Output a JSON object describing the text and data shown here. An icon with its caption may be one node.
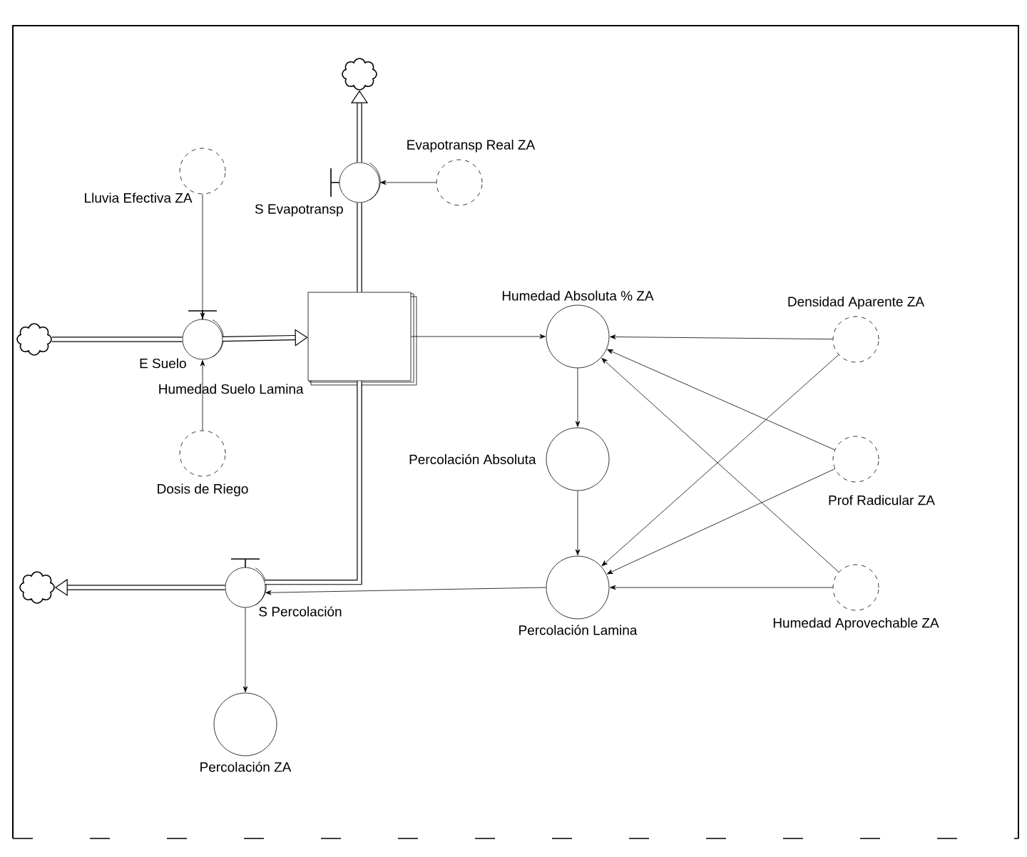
{
  "diagram": {
    "nodes": [
      {
        "text": [],
        "shape": "cloud"
      },
      {
        "text": [
          "S Evapotransp"
        ]
      },
      {
        "text": [
          "Evapotransp Real ZA"
        ]
      },
      {
        "text": [
          "Lluvia Efectiva ZA"
        ]
      },
      {
        "text": [],
        "shape": "cloud"
      },
      {
        "text": [
          "E Suelo"
        ]
      },
      {
        "text": [
          "Humedad Suelo Lamina"
        ]
      },
      {
        "text": [
          "Humedad Absoluta % ZA"
        ]
      },
      {
        "text": [
          "Densidad Aparente ZA"
        ]
      },
      {
        "text": [
          "Dosis de Riego"
        ]
      },
      {
        "text": [
          "Percolación Absoluta"
        ]
      },
      {
        "text": [
          "Prof Radicular ZA"
        ]
      },
      {
        "text": [],
        "shape": "cloud"
      },
      {
        "text": [
          "S Percolación"
        ]
      },
      {
        "text": [
          "Percolación Lamina"
        ]
      },
      {
        "text": [
          "Humedad Aprovechable ZA"
        ]
      },
      {
        "text": [
          "Percolación ZA"
        ]
      }
    ],
    "edges": [
      {
        "from": 6,
        "to": 1,
        "arrow": "none",
        "style": "thick"
      },
      {
        "from": 1,
        "to": 0,
        "arrow": "to",
        "style": "thick"
      },
      {
        "from": 2,
        "to": 1,
        "arrow": "to"
      },
      {
        "from": 3,
        "to": 5,
        "arrow": "to"
      },
      {
        "from": 4,
        "to": 5,
        "arrow": "none",
        "style": "thick"
      },
      {
        "from": 5,
        "to": 6,
        "arrow": "to",
        "style": "thick"
      },
      {
        "from": 9,
        "to": 5,
        "arrow": "to"
      },
      {
        "from": 6,
        "to": 7,
        "arrow": "to"
      },
      {
        "from": 8,
        "to": 7,
        "arrow": "to"
      },
      {
        "from": 11,
        "to": 7,
        "arrow": "to"
      },
      {
        "from": 15,
        "to": 7,
        "arrow": "to"
      },
      {
        "from": 7,
        "to": 10,
        "arrow": "to"
      },
      {
        "from": 10,
        "to": 14,
        "arrow": "to"
      },
      {
        "from": 8,
        "to": 14,
        "arrow": "to"
      },
      {
        "from": 11,
        "to": 14,
        "arrow": "to"
      },
      {
        "from": 15,
        "to": 14,
        "arrow": "to"
      },
      {
        "from": 6,
        "to": 13,
        "arrow": "none",
        "style": "thick"
      },
      {
        "from": 13,
        "to": 12,
        "arrow": "to",
        "style": "thick"
      },
      {
        "from": 14,
        "to": 13,
        "arrow": "to"
      },
      {
        "from": 13,
        "to": 16,
        "arrow": "to"
      }
    ]
  }
}
